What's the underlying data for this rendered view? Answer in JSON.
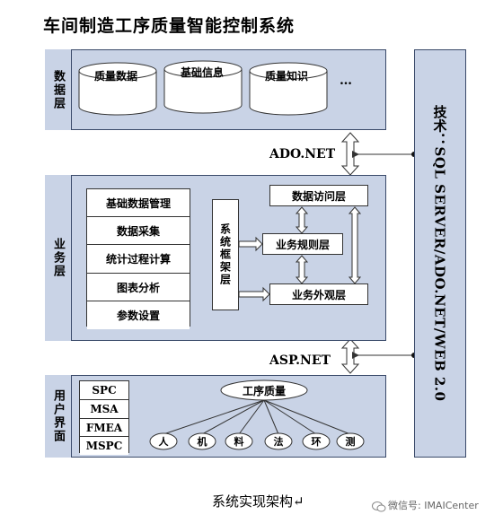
{
  "title": "车间制造工序质量智能控制系统",
  "data_layer": {
    "label": "数据层",
    "items": [
      "质量数据",
      "基础信息",
      "质量知识"
    ],
    "more": "…"
  },
  "connector_ado": "ADO.NET",
  "connector_asp": "ASP.NET",
  "business_layer": {
    "label": "业务层",
    "modules": [
      "基础数据管理",
      "数据采集",
      "统计过程计算",
      "图表分析",
      "参数设置"
    ],
    "framework": "系统框架层",
    "access": "数据访问层",
    "rules": "业务规则层",
    "facade": "业务外观层"
  },
  "ui_layer": {
    "label": "用户界面",
    "tools": [
      "SPC",
      "MSA",
      "FMEA",
      "MSPC"
    ],
    "process_quality": "工序质量",
    "factors": [
      "人",
      "机",
      "料",
      "法",
      "环",
      "测"
    ]
  },
  "tech_bar": "技术：SQL SERVER/ADO.NET/WEB 2.0",
  "caption": "系统实现架构↵",
  "watermark": "微信号: IMAICenter"
}
